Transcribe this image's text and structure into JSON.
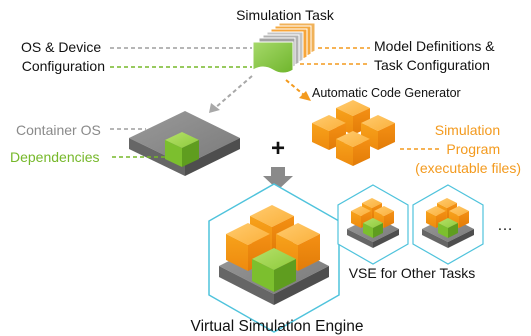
{
  "labels": {
    "simulation_task": "Simulation Task",
    "os_device_config_line1": "OS & Device",
    "os_device_config_line2": "Configuration",
    "model_defs_line1": "Model Definitions &",
    "model_defs_line2": "Task Configuration",
    "automatic_code_generator": "Automatic Code Generator",
    "container_os": "Container OS",
    "dependencies": "Dependencies",
    "plus_sign": "+",
    "simulation_program_line1": "Simulation",
    "simulation_program_line2": "Program",
    "simulation_program_line3": "(executable files)",
    "vse_other_tasks": "VSE for Other Tasks",
    "ellipsis": "…",
    "virtual_simulation_engine": "Virtual Simulation Engine"
  },
  "colors": {
    "orange": "#f39a1e",
    "green": "#76b82a",
    "gray_label": "#8a8a8a",
    "dark_text": "#111111",
    "hex_border": "#4fc3dc"
  }
}
